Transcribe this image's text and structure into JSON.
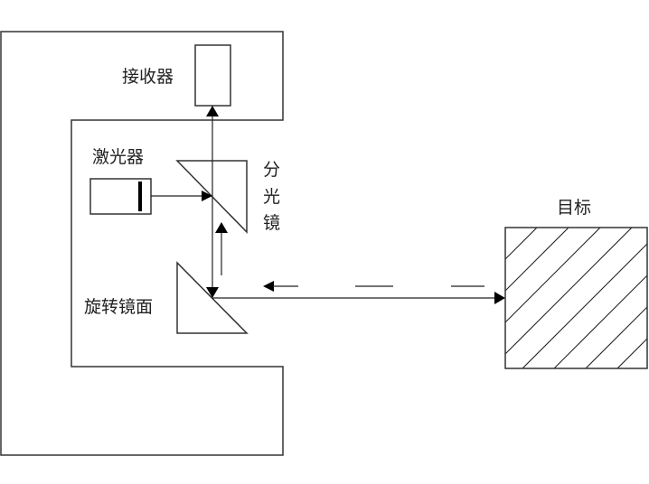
{
  "labels": {
    "receiver": "接收器",
    "laser": "激光器",
    "splitter_1": "分",
    "splitter_2": "光",
    "splitter_3": "镜",
    "rotating_mirror": "旋转镜面",
    "target": "目标"
  },
  "colors": {
    "stroke": "#333333",
    "fill": "#ffffff",
    "arrow": "#000000"
  }
}
